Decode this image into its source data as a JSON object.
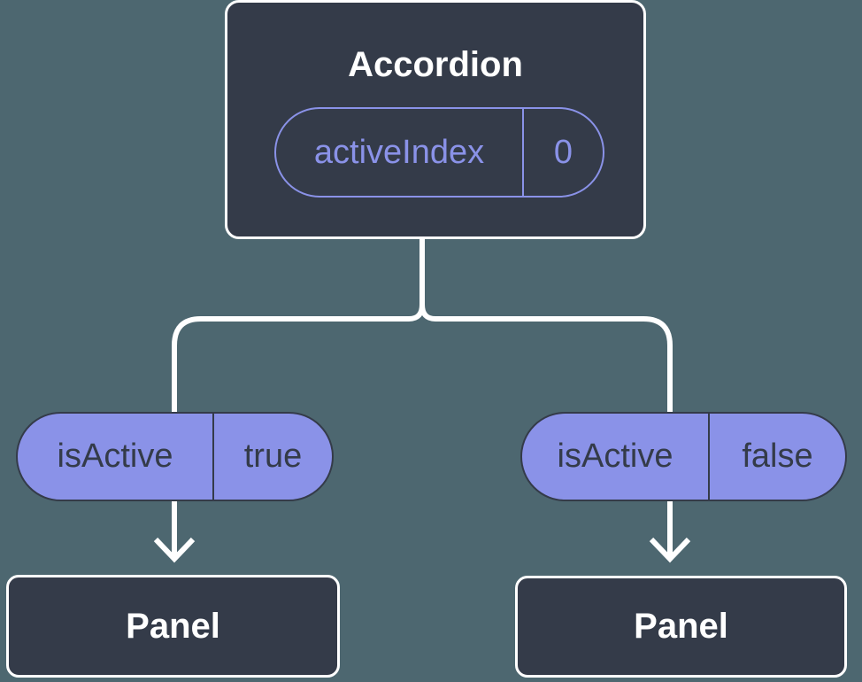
{
  "theme": {
    "canvas-bg": "#4D6770",
    "node-bg": "#343B49",
    "node-border": "#FFFFFF",
    "node-text": "#FFFFFF",
    "accent": "#8A92E8",
    "accent-text": "#343B49",
    "connector": "#FFFFFF"
  },
  "diagram": {
    "root_node": {
      "title": "Accordion",
      "prop": {
        "name": "activeIndex",
        "value": "0"
      }
    },
    "branches": [
      {
        "prop": {
          "name": "isActive",
          "value": "true"
        },
        "child_node": {
          "title": "Panel"
        }
      },
      {
        "prop": {
          "name": "isActive",
          "value": "false"
        },
        "child_node": {
          "title": "Panel"
        }
      }
    ]
  }
}
